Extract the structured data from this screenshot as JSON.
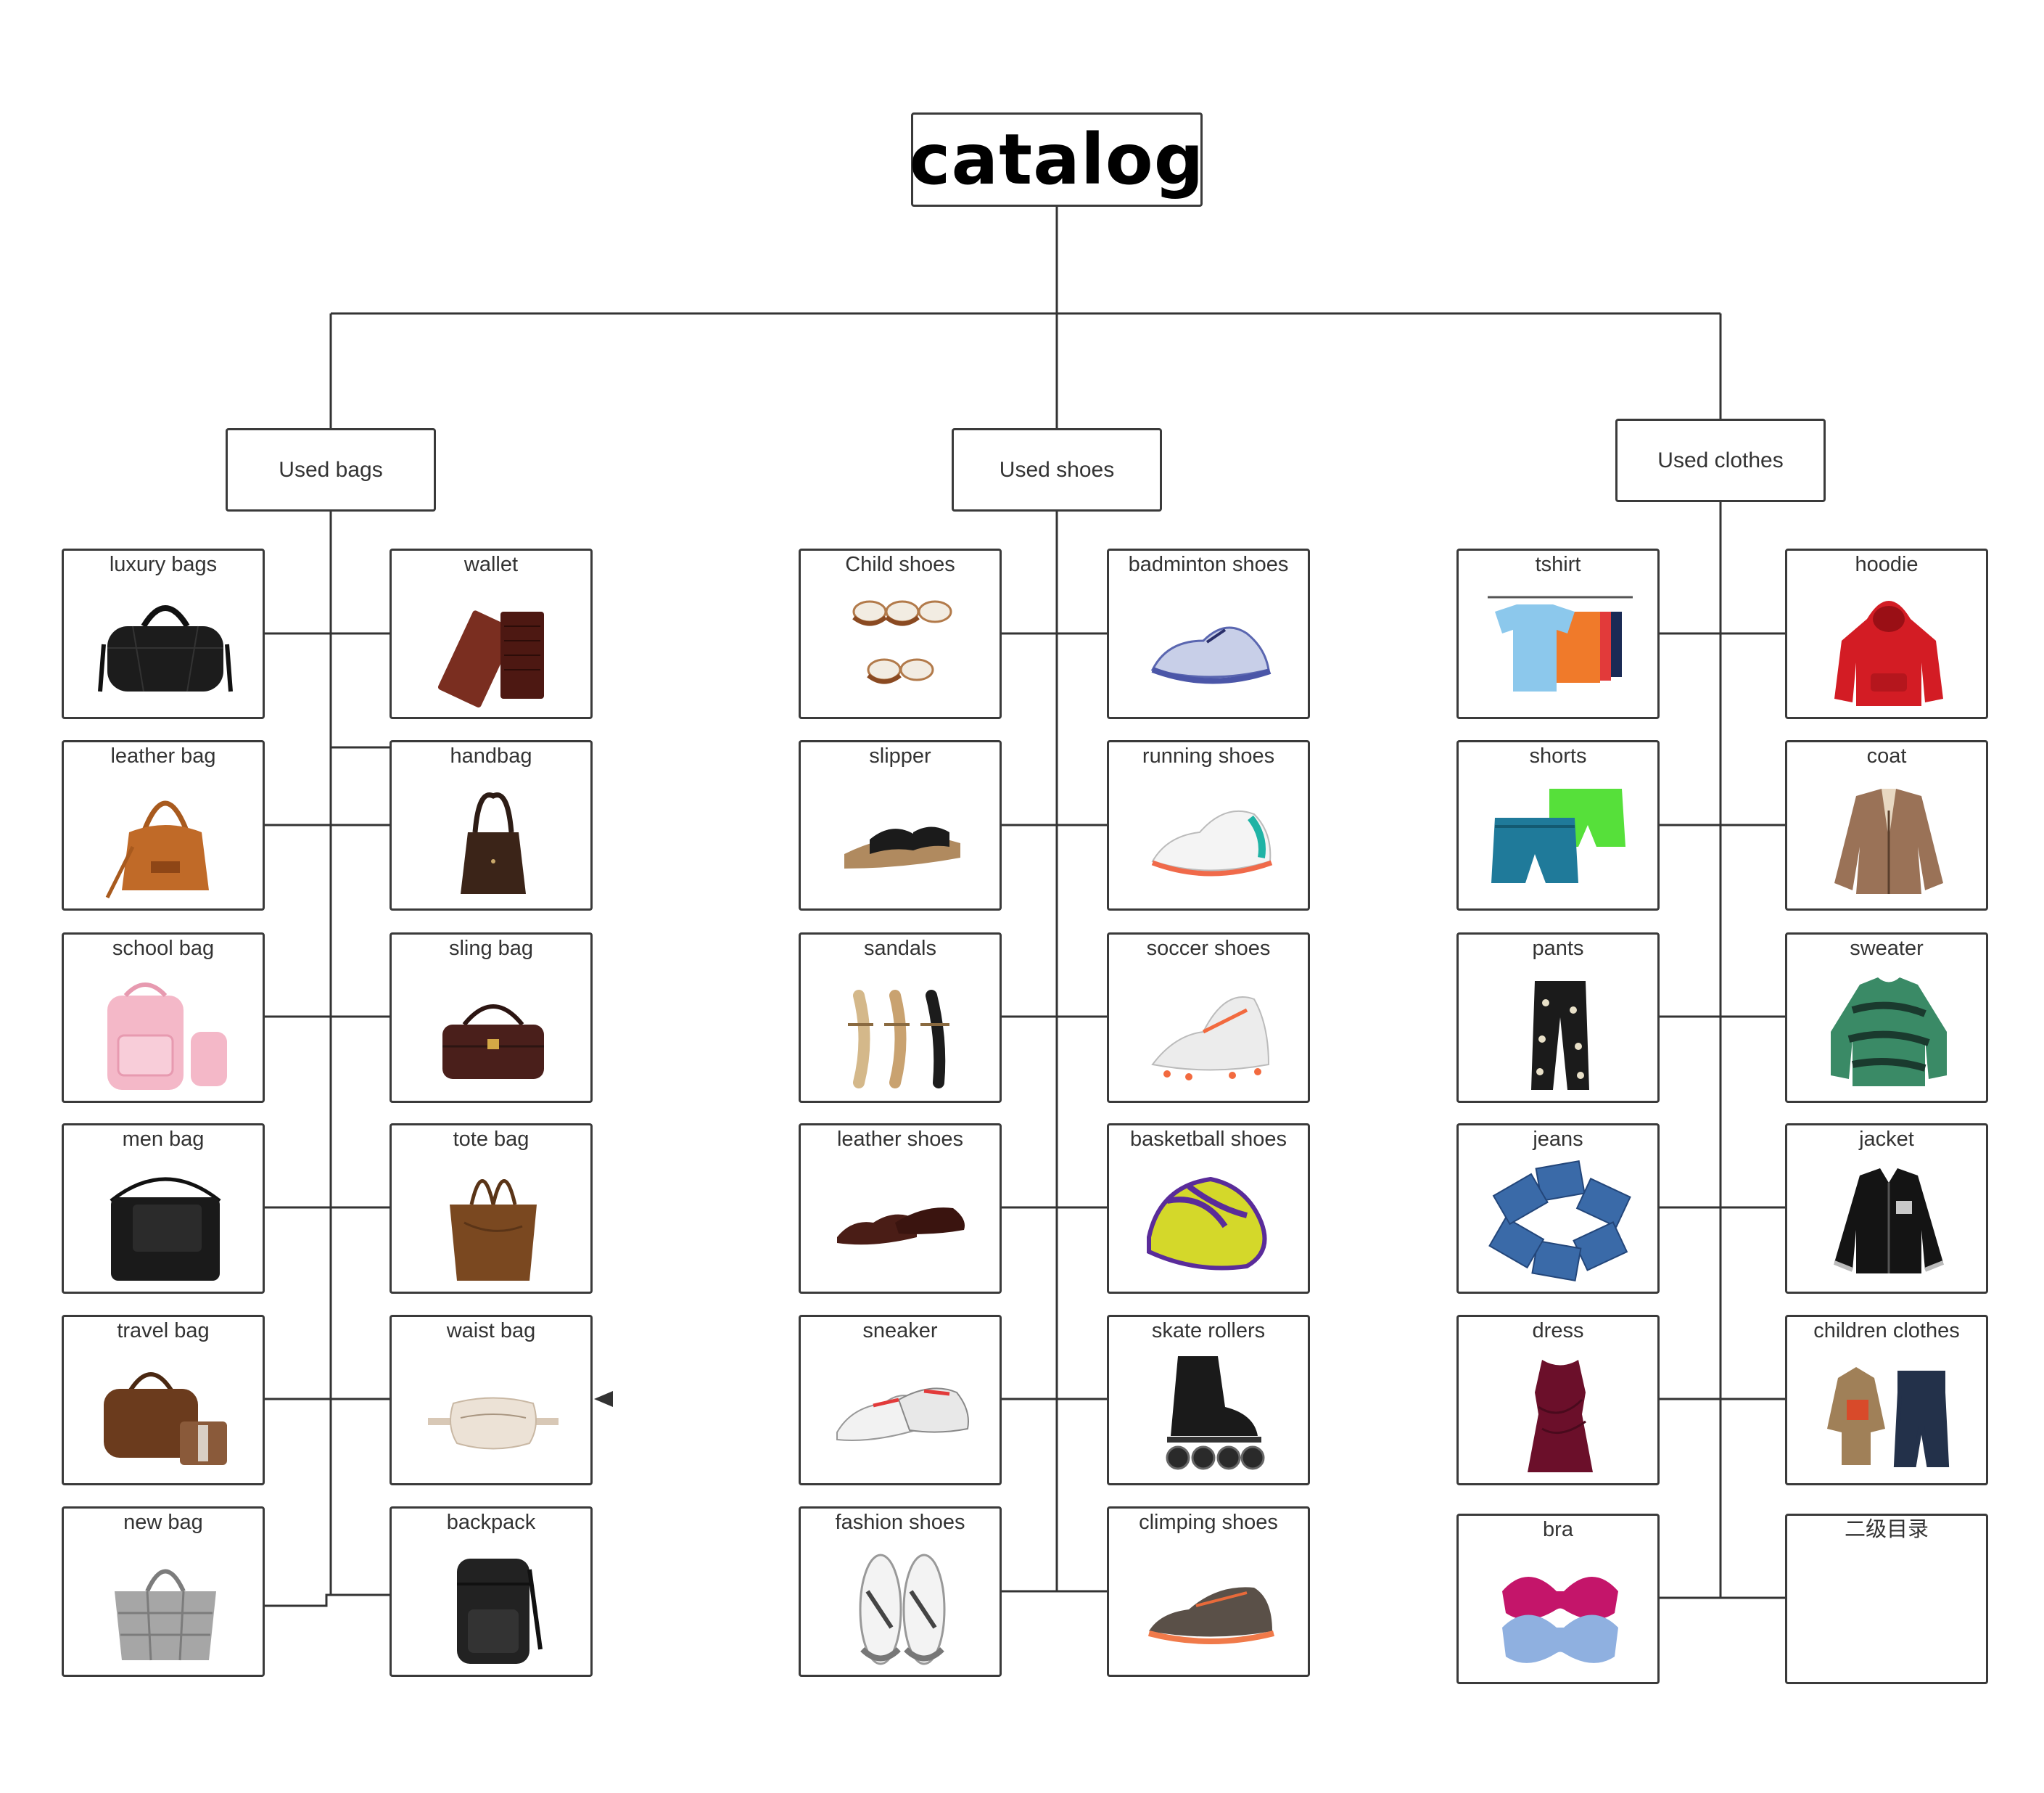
{
  "title": "catalog",
  "categories": [
    {
      "label": "Used bags",
      "items": [
        "luxury bags",
        "wallet",
        "leather bag",
        "handbag",
        "school bag",
        "sling bag",
        "men bag",
        "tote bag",
        "travel bag",
        "waist  bag",
        "new bag",
        "backpack"
      ],
      "icons": [
        "duffle-bag-icon",
        "wallet-icon",
        "hobo-bag-icon",
        "bucket-handbag-icon",
        "pink-backpack-icon",
        "box-sling-bag-icon",
        "messenger-bag-icon",
        "tote-bag-icon",
        "travel-duffle-icon",
        "waist-bag-icon",
        "puffer-tote-icon",
        "black-backpack-icon"
      ]
    },
    {
      "label": "Used shoes",
      "items": [
        "Child shoes",
        "badminton shoes",
        "slipper",
        "running shoes",
        "sandals",
        "soccer shoes",
        "leather shoes",
        "basketball shoes",
        "sneaker",
        "skate rollers",
        "fashion shoes",
        "climping shoes"
      ],
      "icons": [
        "baby-shoes-icon",
        "badminton-shoe-icon",
        "slide-slipper-icon",
        "running-shoe-icon",
        "sandals-icon",
        "soccer-cleat-icon",
        "oxford-shoe-icon",
        "basketball-shoe-icon",
        "sneaker-icon",
        "inline-skate-icon",
        "fashion-sneaker-icon",
        "hiking-shoe-icon"
      ]
    },
    {
      "label": "Used clothes",
      "items": [
        "tshirt",
        "hoodie",
        "shorts",
        "coat",
        "pants",
        "sweater",
        "jeans",
        "jacket",
        "dress",
        "children clothes",
        "bra",
        "二级目录"
      ],
      "icons": [
        "tshirt-rack-icon",
        "red-hoodie-icon",
        "swim-shorts-icon",
        "shearling-coat-icon",
        "patterned-pants-icon",
        "green-sweater-icon",
        "jeans-stack-icon",
        "varsity-jacket-icon",
        "burgundy-dress-icon",
        "kids-outfit-icon",
        "bra-icon",
        ""
      ]
    }
  ],
  "colors": {
    "border": "#3a3a3a",
    "line": "#333333",
    "text": "#333333",
    "title": "#000000"
  }
}
